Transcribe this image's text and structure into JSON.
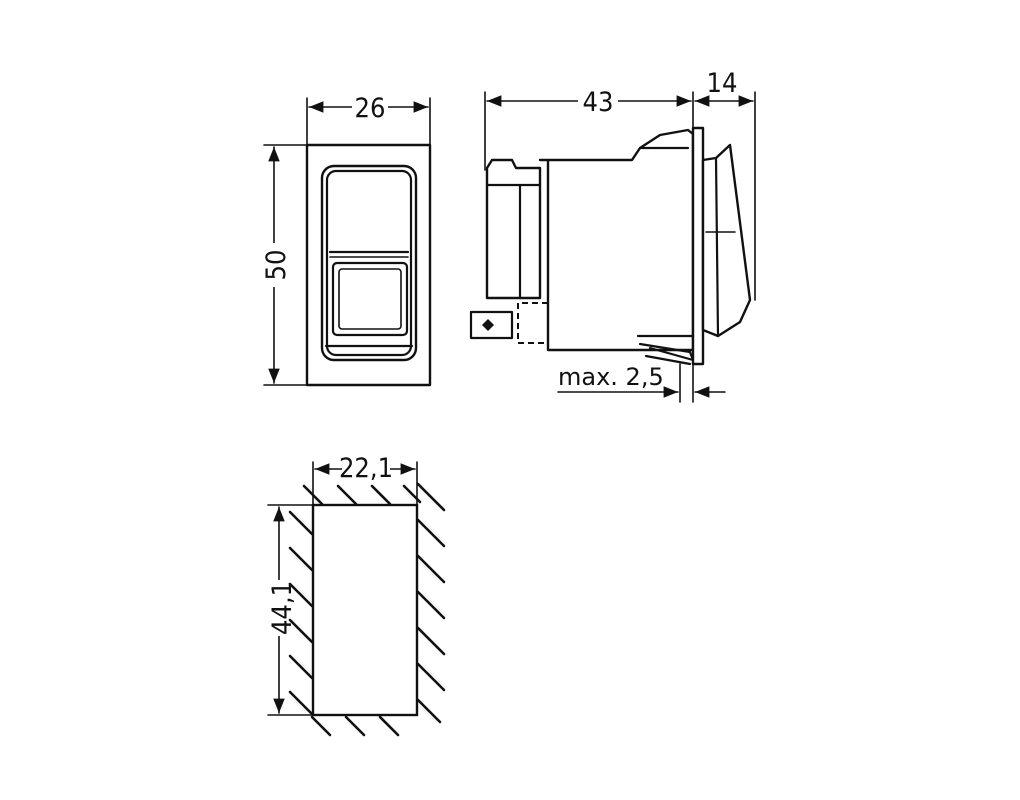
{
  "front_view": {
    "width_label": "26",
    "height_label": "50"
  },
  "side_view": {
    "depth_label": "43",
    "rocker_label": "14",
    "panel_thickness_label": "max. 2,5"
  },
  "cutout": {
    "width_label": "22,1",
    "height_label": "44,1"
  }
}
